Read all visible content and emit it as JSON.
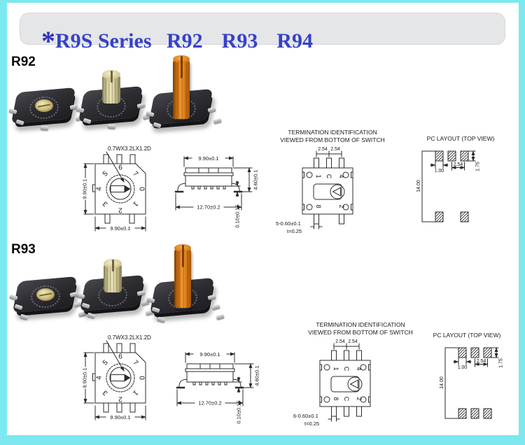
{
  "colors": {
    "page_border": "#7BE9EF",
    "header_bar": "#E4E6E7",
    "header_text": "#3741C8",
    "drawing_line": "#2B2B2B",
    "knob_beige": "#E3DCAE",
    "shaft_orange": "#E07818",
    "switch_body": "#2E2E33"
  },
  "header": {
    "bullet": "*",
    "series": "R9S Series",
    "models": "R92  R93  R94"
  },
  "sections": [
    {
      "label": "R92",
      "front": {
        "callout": "0.7WX3.2LX1.2D",
        "dim_side": "9.90±0.1",
        "dim_bottom": "9.90±0.1",
        "digits": [
          "0",
          "1",
          "2",
          "3",
          "4",
          "5",
          "6",
          "7"
        ]
      },
      "side": {
        "dim_top": "9.90±0.1",
        "dim_span": "12.70±0.2",
        "dim_height": "4.60±0.1",
        "dim_standoff": "0.10±0.15"
      },
      "termination": {
        "title_line1": "TERMINATION IDENTIFICATION",
        "title_line2": "VIEWED FROM BOTTOM OF SWITCH",
        "pitch_left": "2.54",
        "pitch_right": "2.54",
        "pin_top": [
          "1",
          "C",
          "4"
        ],
        "pin_bottom": [
          "8",
          "2"
        ],
        "lead_note": "5-0.60±0.1",
        "thickness": "t=0.25"
      },
      "pc_layout": {
        "title": "PC LAYOUT (TOP VIEW)",
        "dim_pad_width": "1.00",
        "dim_pitch": "2.54",
        "dim_pad_height": "1.75",
        "dim_row_span": "14.00"
      }
    },
    {
      "label": "R93",
      "front": {
        "callout": "0.7WX3.2LX1.2D",
        "dim_side": "9.90±0.1",
        "dim_bottom": "9.90±0.1",
        "digits": [
          "0",
          "1",
          "2",
          "3",
          "4",
          "5",
          "6",
          "7"
        ]
      },
      "side": {
        "dim_top": "9.90±0.1",
        "dim_span": "12.70±0.2",
        "dim_height": "4.60±0.1",
        "dim_standoff": "0.10±0.15"
      },
      "termination": {
        "title_line1": "TERMINATION IDENTIFICATION",
        "title_line2": "VIEWED FROM BOTTOM OF SWITCH",
        "pitch_left": "2.54",
        "pitch_right": "2.54",
        "pin_top": [
          "1",
          "C",
          "4"
        ],
        "pin_bottom": [
          "8",
          "C",
          "2"
        ],
        "lead_note": "6-0.60±0.1",
        "thickness": "t=0.25"
      },
      "pc_layout": {
        "title": "PC LAYOUT (TOP VIEW)",
        "dim_pad_width": "1.00",
        "dim_pitch": "2.54",
        "dim_pad_height": "1.75",
        "dim_row_span": "14.00"
      }
    }
  ]
}
